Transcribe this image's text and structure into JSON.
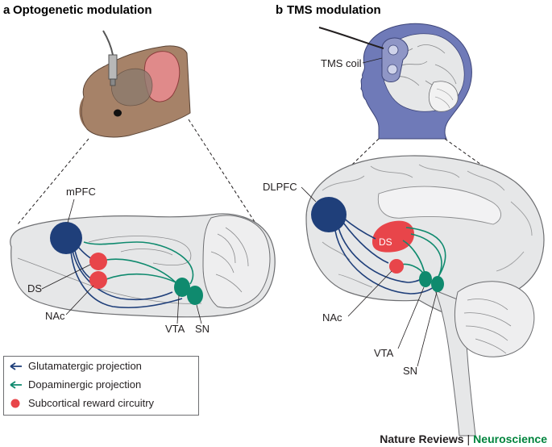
{
  "panel_a": {
    "letter": "a",
    "title": "Optogenetic modulation",
    "labels": {
      "mpfc": "mPFC",
      "ds": "DS",
      "nac": "NAc",
      "vta": "VTA",
      "sn": "SN"
    }
  },
  "panel_b": {
    "letter": "b",
    "title": "TMS modulation",
    "labels": {
      "tms_coil": "TMS coil",
      "dlpfc": "DLPFC",
      "ds": "DS",
      "nac": "NAc",
      "vta": "VTA",
      "sn": "SN"
    }
  },
  "legend": {
    "items": [
      {
        "label": "Glutamatergic projection",
        "color": "#1f3f7a",
        "icon": "arrow-projection-icon"
      },
      {
        "label": "Dopaminergic projection",
        "color": "#0f8a6e",
        "icon": "arrow-projection-icon"
      },
      {
        "label": "Subcortical reward circuitry",
        "color": "#e8454a",
        "icon": "circle-icon"
      }
    ]
  },
  "footer": {
    "journal": "Nature Reviews",
    "separator": "|",
    "section": "Neuroscience"
  },
  "colors": {
    "glutamate": "#1f3f7a",
    "dopamine": "#0f8a6e",
    "reward": "#e8454a",
    "brain_fill": "#e6e7e8",
    "head": "#6f7ab8"
  }
}
